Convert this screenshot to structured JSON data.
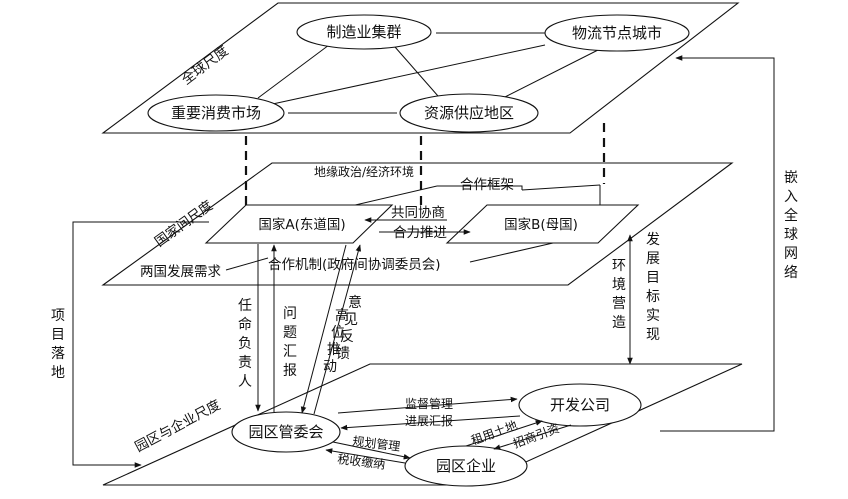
{
  "planes": {
    "global": {
      "label": "全球尺度",
      "nodes": {
        "manufacturing": "制造业集群",
        "logistics": "物流节点城市",
        "market": "重要消费市场",
        "resources": "资源供应地区"
      }
    },
    "national": {
      "label": "国家间尺度",
      "geo": "地缘政治/经济环境",
      "framework": "合作框架",
      "country_a": "国家A(东道国)",
      "country_b": "国家B(母国)",
      "negotiate_1": "共同协商",
      "negotiate_2": "合力推进",
      "demand": "两国发展需求",
      "mechanism": "合作机制(政府间协调委员会)"
    },
    "park": {
      "label": "园区与企业尺度",
      "committee": "园区管委会",
      "dev_company": "开发公司",
      "enterprises": "园区企业",
      "supervise": "监督管理",
      "report_progress": "进展汇报",
      "planning": "规划管理",
      "tax": "税收缴纳",
      "lease": "租用土地",
      "invest": "招商引资"
    }
  },
  "arrows": {
    "appoint": "任命负责人",
    "problems": "问题汇报",
    "high_level": "高位推动",
    "feedback": "意见反馈",
    "env": "环境营造",
    "goal": "发展目标实现",
    "project": "项目落地",
    "embed": "嵌入全球网络"
  }
}
